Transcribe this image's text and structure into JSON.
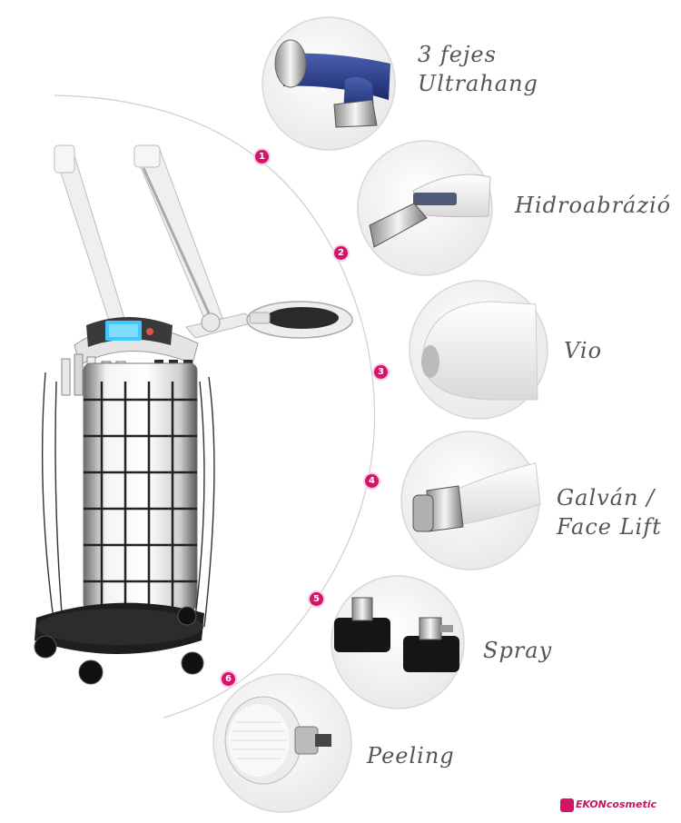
{
  "features": [
    {
      "number": "1",
      "label_lines": [
        "3 fejes",
        "Ultrahang"
      ],
      "image_icon": "ultrasound-heads-icon"
    },
    {
      "number": "2",
      "label_lines": [
        "Hidroabrázió"
      ],
      "image_icon": "hydroabrasion-spatula-icon"
    },
    {
      "number": "3",
      "label_lines": [
        "Vio"
      ],
      "image_icon": "vio-probe-icon"
    },
    {
      "number": "4",
      "label_lines": [
        "Galván /",
        "Face Lift"
      ],
      "image_icon": "galvanic-roller-icon"
    },
    {
      "number": "5",
      "label_lines": [
        "Spray"
      ],
      "image_icon": "spray-nozzles-icon"
    },
    {
      "number": "6",
      "label_lines": [
        "Peeling"
      ],
      "image_icon": "peeling-brush-icon"
    }
  ],
  "brand": {
    "name": "EKONcosmetic"
  },
  "colors": {
    "accent": "#d4146a",
    "label": "#555555",
    "arc": "#cfcfcf"
  }
}
